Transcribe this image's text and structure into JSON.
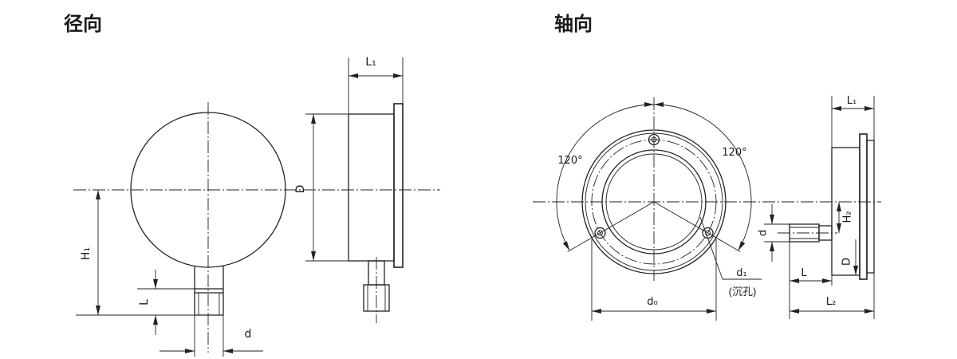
{
  "radial": {
    "title": "径向",
    "front_view": {
      "H1_label": "H₁",
      "L_label": "L",
      "d_label": "d"
    },
    "side_view": {
      "L1_label": "L₁",
      "D_label": "D"
    }
  },
  "axial": {
    "title": "轴向",
    "front_view": {
      "angle_left_label": "120°",
      "angle_right_label": "120°",
      "d0_label": "d₀",
      "d1_label": "d₁",
      "d1_note": "(沉孔)"
    },
    "side_view": {
      "L1_label": "L₁",
      "H2_label": "H₂",
      "d_label": "d",
      "D_label": "D",
      "L_label": "L",
      "L2_label": "L₂"
    }
  },
  "colors": {
    "line": "#222222",
    "background": "#ffffff"
  }
}
